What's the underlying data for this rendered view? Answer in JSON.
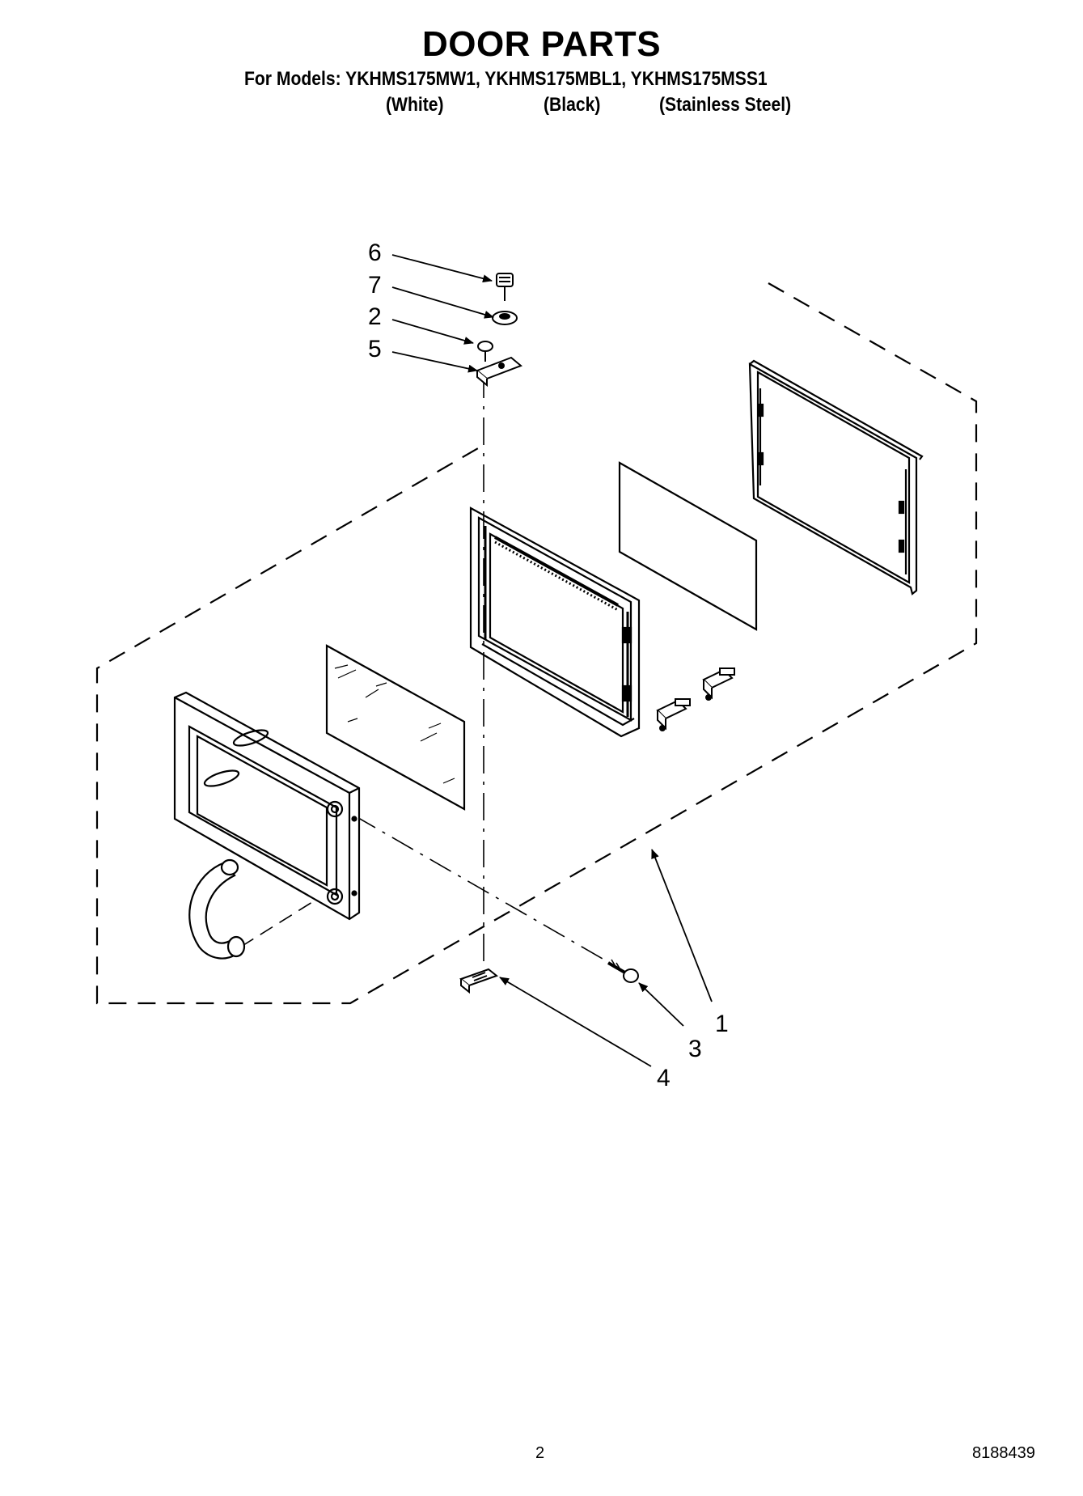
{
  "header": {
    "title": "DOOR PARTS",
    "models_label": "For Models: YKHMS175MW1, YKHMS175MBL1, YKHMS175MSS1",
    "variants": [
      "(White)",
      "(Black)",
      "(Stainless Steel)"
    ]
  },
  "callouts": [
    "6",
    "7",
    "2",
    "5",
    "1",
    "3",
    "4"
  ],
  "footer": {
    "page_number": "2",
    "doc_number": "8188439"
  }
}
